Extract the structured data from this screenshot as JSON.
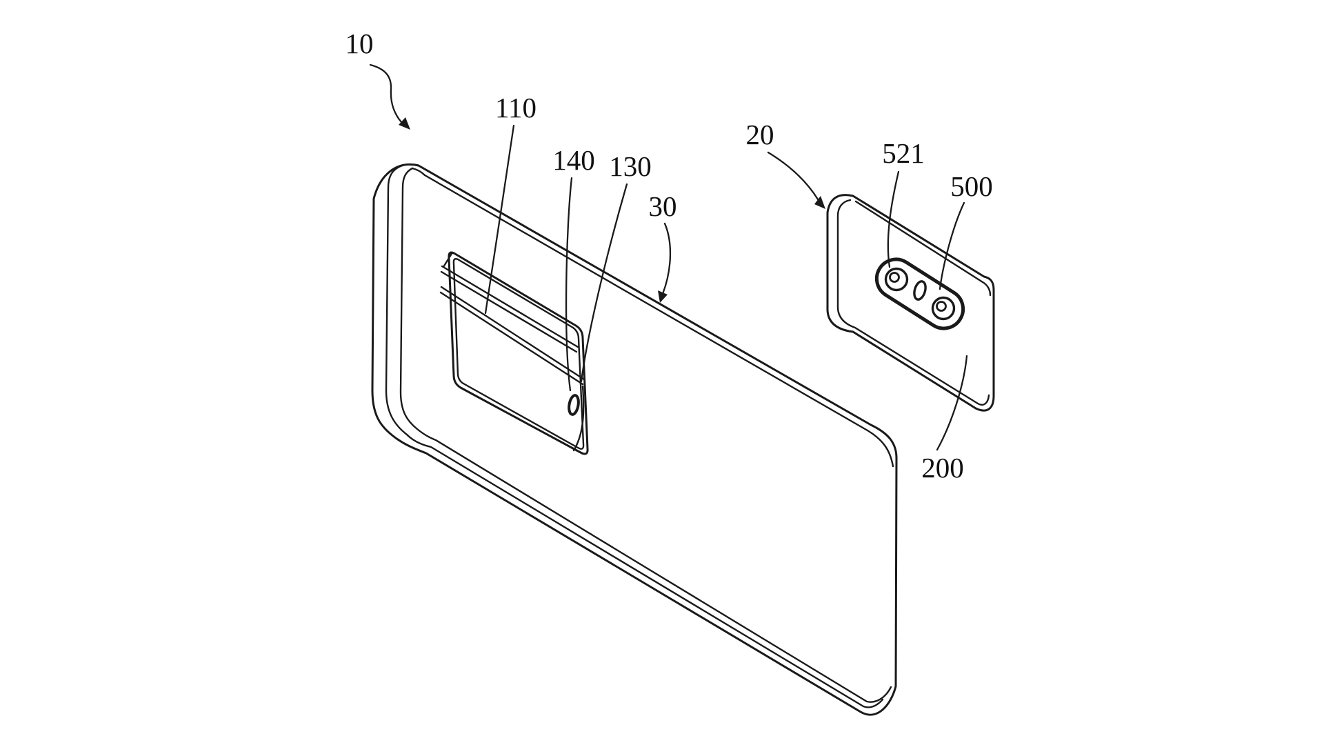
{
  "figure": {
    "background_color": "#ffffff",
    "line_color": "#1a1a1a",
    "labels": {
      "l10": "10",
      "l110": "110",
      "l140": "140",
      "l130": "130",
      "l30": "30",
      "l20": "20",
      "l521": "521",
      "l500": "500",
      "l200": "200"
    }
  }
}
